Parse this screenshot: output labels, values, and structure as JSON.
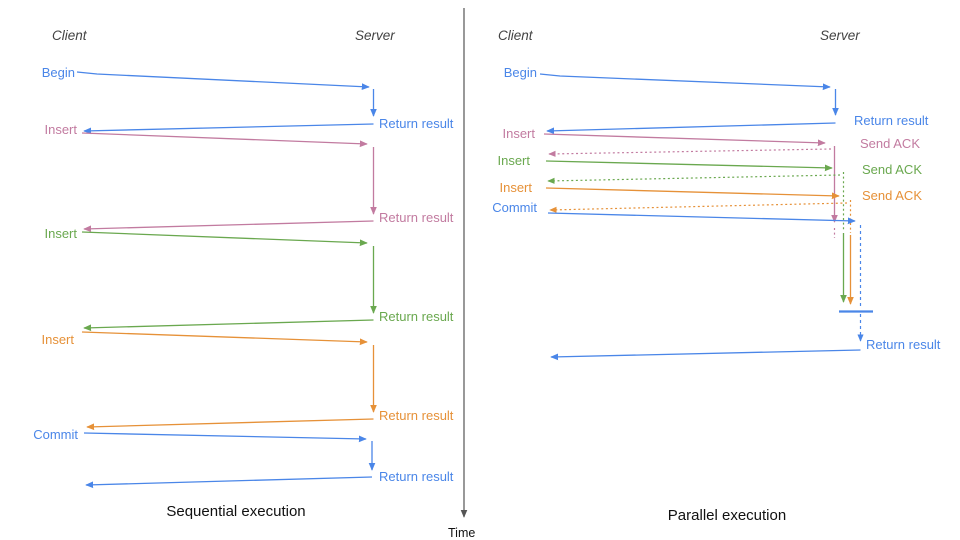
{
  "diagram": "client-server message sequence comparison",
  "colors": {
    "blue": "#4a86e8",
    "pink": "#c27ba0",
    "green": "#6aa84f",
    "orange": "#e69138",
    "axis_gray": "#555555",
    "header_gray": "#434343"
  },
  "time_axis": {
    "label": "Time"
  },
  "sequential": {
    "title": "Sequential execution",
    "client_header": "Client",
    "server_header": "Server",
    "messages": [
      {
        "label": "Begin",
        "color": "blue",
        "response": "Return result"
      },
      {
        "label": "Insert",
        "color": "pink",
        "response": "Return result"
      },
      {
        "label": "Insert",
        "color": "green",
        "response": "Return result"
      },
      {
        "label": "Insert",
        "color": "orange",
        "response": "Return result"
      },
      {
        "label": "Commit",
        "color": "blue",
        "response": "Return result"
      }
    ]
  },
  "parallel": {
    "title": "Parallel execution",
    "client_header": "Client",
    "server_header": "Server",
    "messages": [
      {
        "label": "Begin",
        "color": "blue",
        "response": "Return result"
      },
      {
        "label": "Insert",
        "color": "pink",
        "response": "Send ACK"
      },
      {
        "label": "Insert",
        "color": "green",
        "response": "Send ACK"
      },
      {
        "label": "Insert",
        "color": "orange",
        "response": "Send ACK"
      },
      {
        "label": "Commit",
        "color": "blue",
        "response": "Return result"
      }
    ],
    "final_response": "Return result"
  }
}
